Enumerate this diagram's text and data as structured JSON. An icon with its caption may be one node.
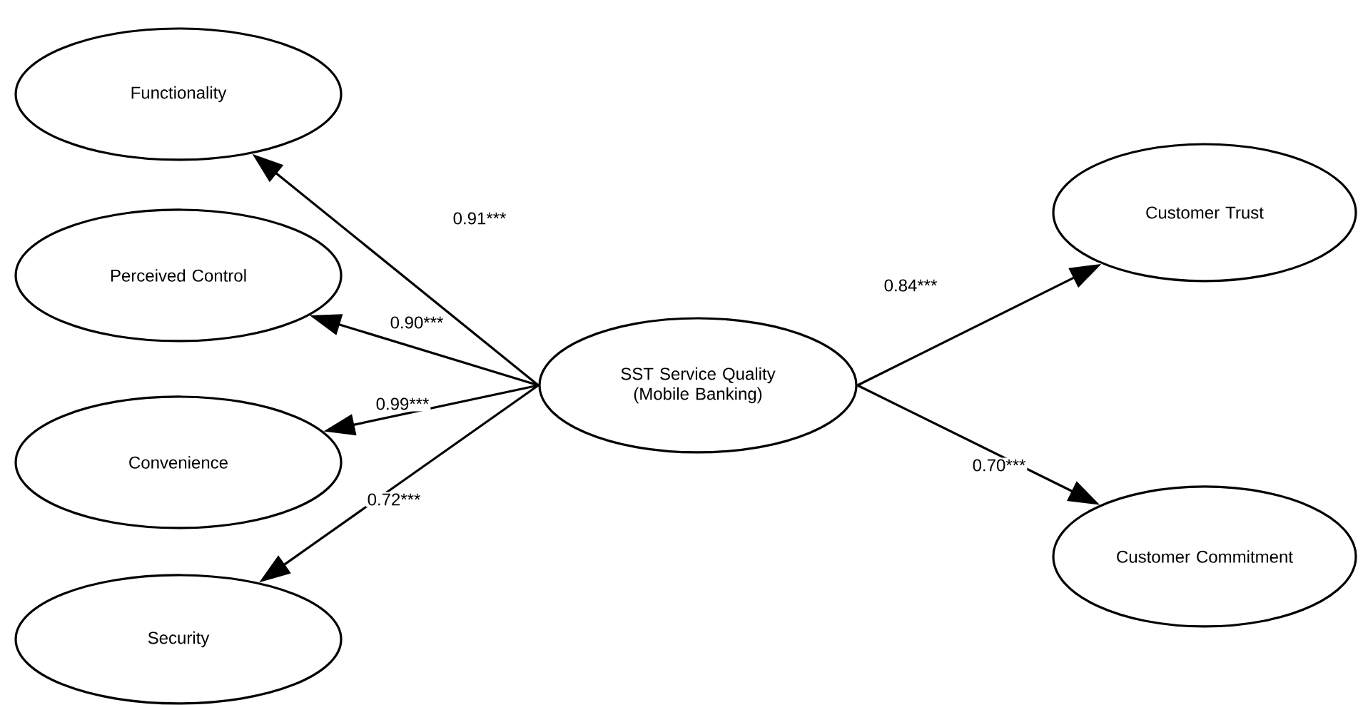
{
  "diagram": {
    "nodes": [
      {
        "text": [
          "Functionality"
        ]
      },
      {
        "text": [
          "Perceived Control"
        ]
      },
      {
        "text": [
          "Convenience"
        ]
      },
      {
        "text": [
          "Security"
        ]
      },
      {
        "text": [
          "SST Service Quality (Mobile Banking)"
        ]
      },
      {
        "text": [
          "Customer Trust"
        ]
      },
      {
        "text": [
          "Customer Commitment"
        ]
      }
    ],
    "edges": [
      {
        "from": 4,
        "to": 0,
        "arrow": "to",
        "label": "0.91***"
      },
      {
        "from": 4,
        "to": 1,
        "arrow": "to",
        "label": "0.90***"
      },
      {
        "from": 4,
        "to": 2,
        "arrow": "to",
        "label": "0.99***"
      },
      {
        "from": 4,
        "to": 3,
        "arrow": "to",
        "label": "0.72***"
      },
      {
        "from": 4,
        "to": 5,
        "arrow": "to",
        "label": "0.84***"
      },
      {
        "from": 4,
        "to": 6,
        "arrow": "to",
        "label": "0.70***"
      }
    ]
  }
}
